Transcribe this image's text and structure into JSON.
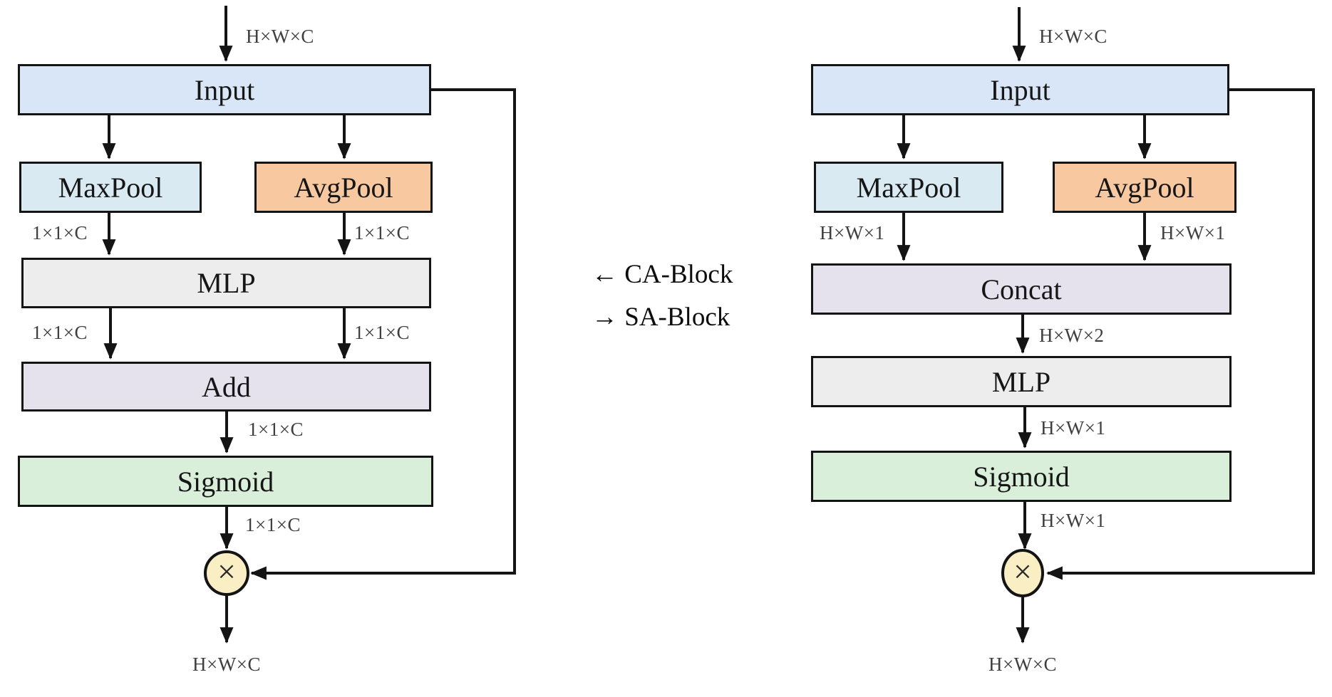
{
  "diagram": {
    "left": {
      "name": "CA-Block",
      "top_shape_label": "H×W×C",
      "boxes": {
        "input": "Input",
        "maxpool": "MaxPool",
        "avgpool": "AvgPool",
        "mlp": "MLP",
        "add": "Add",
        "sigmoid": "Sigmoid"
      },
      "edge_labels": {
        "maxpool_out": "1×1×C",
        "avgpool_out": "1×1×C",
        "mlp_out_left": "1×1×C",
        "mlp_out_right": "1×1×C",
        "add_out": "1×1×C",
        "sigmoid_out": "1×1×C"
      },
      "multiply_operator": "×",
      "output_shape_label": "H×W×C"
    },
    "right": {
      "name": "SA-Block",
      "top_shape_label": "H×W×C",
      "boxes": {
        "input": "Input",
        "maxpool": "MaxPool",
        "avgpool": "AvgPool",
        "concat": "Concat",
        "mlp": "MLP",
        "sigmoid": "Sigmoid"
      },
      "edge_labels": {
        "maxpool_out": "H×W×1",
        "avgpool_out": "H×W×1",
        "concat_out": "H×W×2",
        "mlp_out": "H×W×1",
        "sigmoid_out": "H×W×1"
      },
      "multiply_operator": "×",
      "output_shape_label": "H×W×C"
    },
    "legend": {
      "ca": "← CA-Block",
      "sa": "→ SA-Block"
    },
    "colors": {
      "input_fill": "#d9e6f7",
      "maxpool_fill": "#d9eaf2",
      "avgpool_fill": "#f8c9a0",
      "mlp_fill": "#ededed",
      "add_concat_fill": "#e5e2ee",
      "sigmoid_fill": "#d9efda",
      "multiply_fill": "#faeec5",
      "stroke": "#141414"
    }
  }
}
